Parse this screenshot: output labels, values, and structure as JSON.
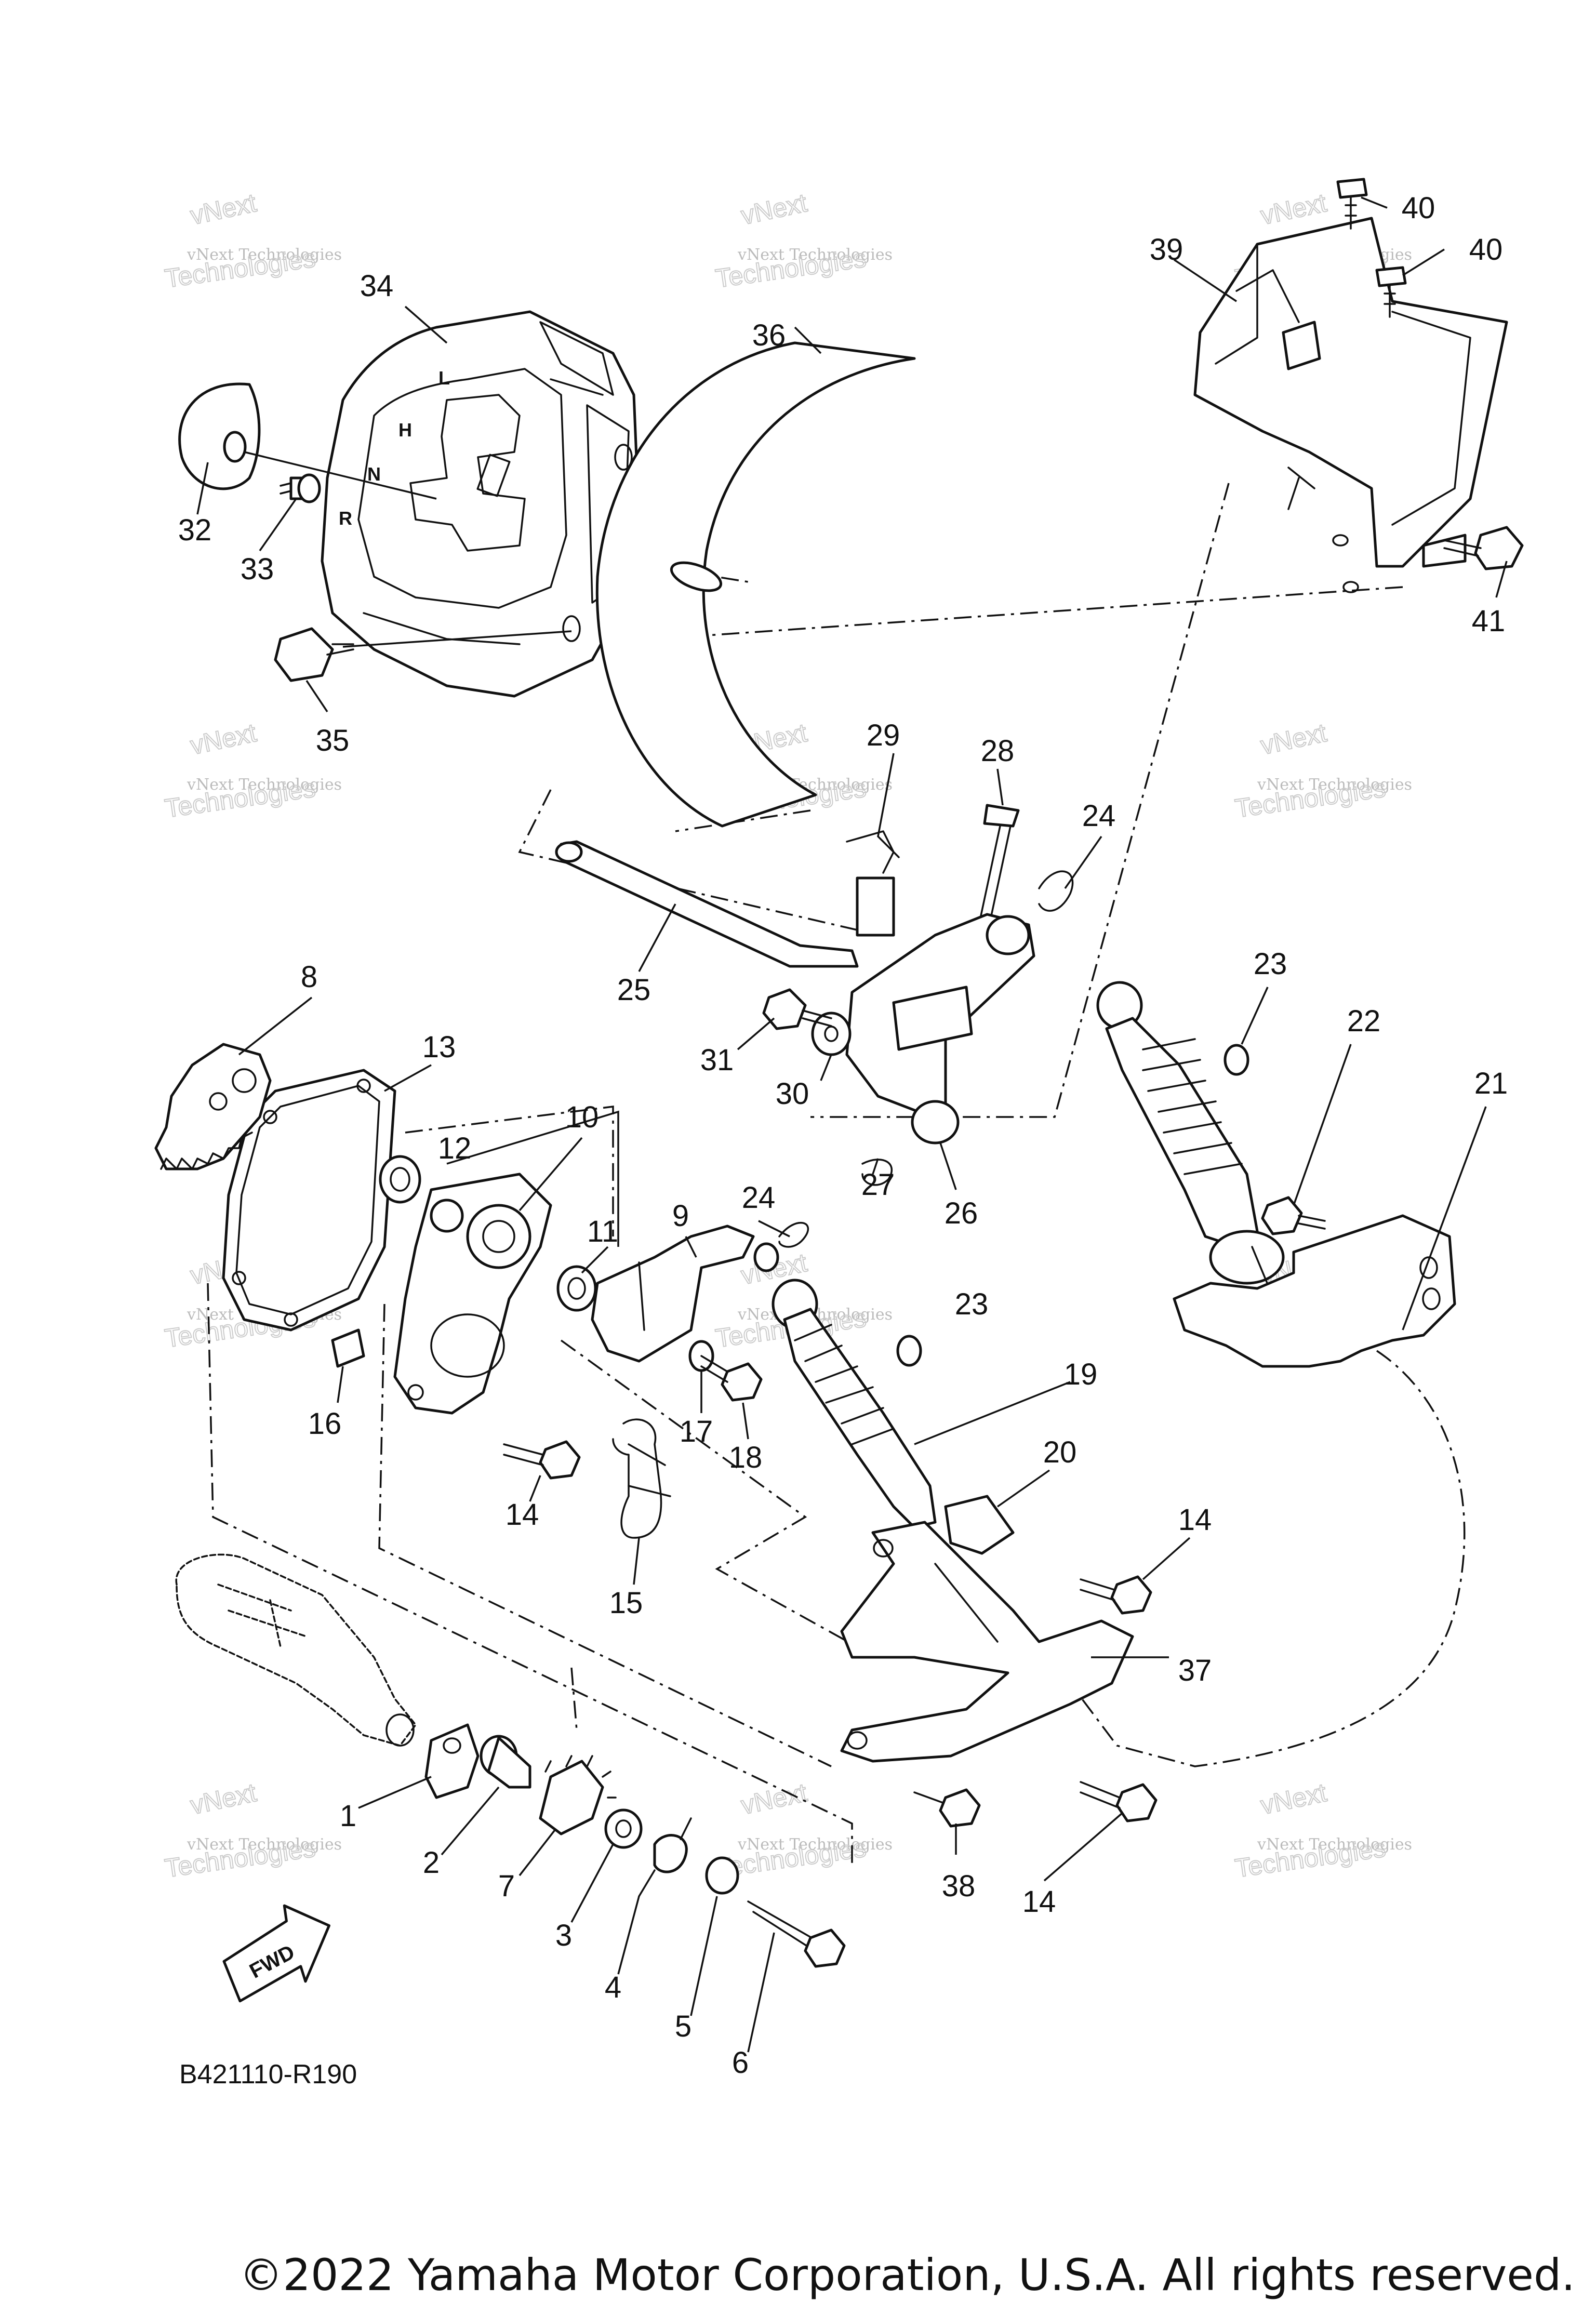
{
  "diagram_code": "B421110-R190",
  "fwd_label": "FWD",
  "copyright": "©2022 Yamaha Motor Corporation, U.S.A. All rights reserved.",
  "watermark": {
    "line1": "vNext Technologies",
    "line2": "Technologies",
    "line3": "vNext"
  },
  "gear_letters": [
    "L",
    "H",
    "N",
    "R"
  ],
  "callouts": [
    "1",
    "2",
    "3",
    "4",
    "5",
    "6",
    "7",
    "8",
    "9",
    "10",
    "11",
    "12",
    "13",
    "14",
    "15",
    "16",
    "17",
    "18",
    "19",
    "20",
    "21",
    "22",
    "23",
    "24",
    "25",
    "26",
    "27",
    "28",
    "29",
    "30",
    "31",
    "32",
    "33",
    "34",
    "35",
    "36",
    "37",
    "38",
    "39",
    "40",
    "41"
  ]
}
